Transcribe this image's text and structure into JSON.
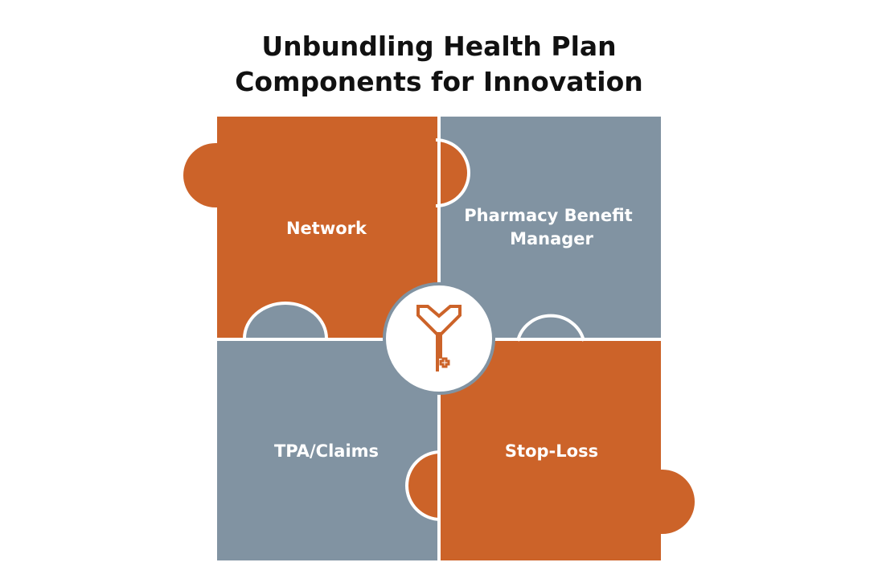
{
  "title": {
    "line1": "Unbundling Health Plan",
    "line2": "Components for Innovation"
  },
  "pieces": {
    "top_left": {
      "label": "Network"
    },
    "top_right": {
      "label_line1": "Pharmacy Benefit",
      "label_line2": "Manager"
    },
    "bottom_left": {
      "label": "TPA/Claims"
    },
    "bottom_right": {
      "label": "Stop-Loss"
    }
  },
  "center_icon": "key-with-heart-and-medical-cross-icon",
  "colors": {
    "orange": "#cc6329",
    "slate": "#8193a2",
    "title_text": "#111111",
    "label_text": "#ffffff"
  }
}
